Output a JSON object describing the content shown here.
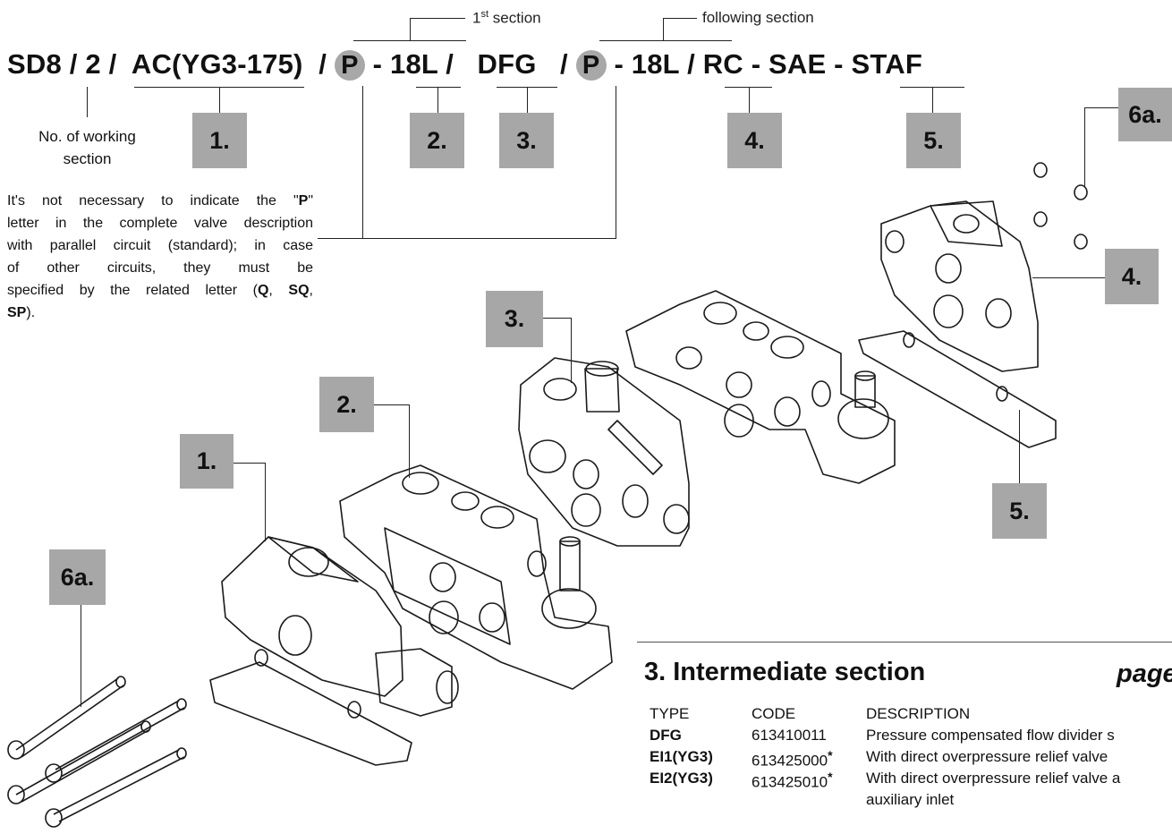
{
  "header_labels": {
    "first_prefix": "1",
    "first_sup": "st",
    "first_suffix": " section",
    "following": "following section"
  },
  "code_line": {
    "part1": "SD8 / 2 /  AC(YG3-175)  /",
    "p1": "P",
    "part2": " - 18L /   DFG   /",
    "p2": "P",
    "part3": " - 18L / RC - SAE - STAF"
  },
  "working_section_label": "No. of working section",
  "working_line1": "No. of working",
  "working_line2": "section",
  "note": {
    "lines": [
      "It's not necessary to indicate the “P”",
      "letter in the complete valve description",
      "with parallel circuit (standard); in case",
      "of other circuits, they must be",
      "specified by the related letter (Q, SQ,",
      "SP)."
    ]
  },
  "boxes": {
    "b1_top": "1.",
    "b2_top": "2.",
    "b3_top": "3.",
    "b4_top": "4.",
    "b5_top": "5.",
    "b6a_top": "6a.",
    "b4_side": "4.",
    "b3_mid": "3.",
    "b2_mid": "2.",
    "b1_mid": "1.",
    "b5_mid": "5.",
    "b6a_left": "6a."
  },
  "section": {
    "title": "3.  Intermediate section",
    "page_word": "page",
    "headers": [
      "TYPE",
      "CODE",
      "DESCRIPTION"
    ],
    "rows": [
      {
        "type": "DFG",
        "code": "613410011",
        "star": "",
        "desc": "Pressure compensated flow divider s"
      },
      {
        "type": "EI1(YG3)",
        "code": "613425000",
        "star": "*",
        "desc": "With direct overpressure relief valve"
      },
      {
        "type": "EI2(YG3)",
        "code": "613425010",
        "star": "*",
        "desc": "With direct overpressure relief valve a"
      }
    ],
    "row3_cont": "auxiliary inlet"
  }
}
